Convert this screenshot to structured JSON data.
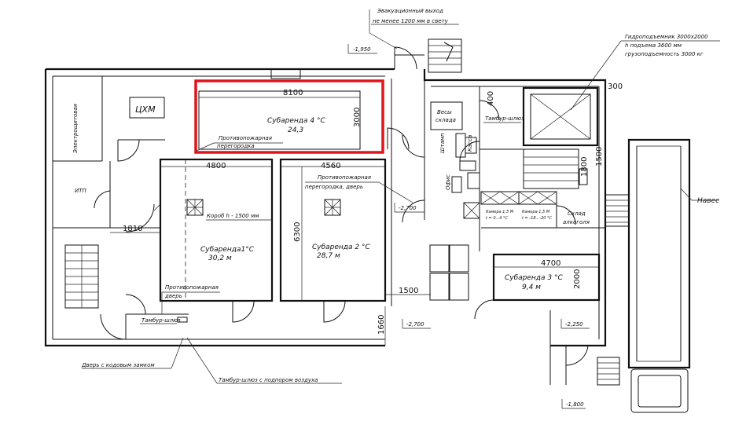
{
  "labels": {
    "emergency_exit_1": "Эвакуационный выход",
    "emergency_exit_2": "не менее 1200 мм в свету",
    "level_1950": "-1,950",
    "lift_1": "Гидроподъемник 3000х2000",
    "lift_2": "h подъема 3600 мм",
    "lift_3": "грузоподъемность 3000 кг",
    "electro": "Электрощитовая",
    "cxm": "ЦХМ",
    "itp": "ИТП",
    "sub4": "Субаренда 4 °С",
    "sub4_area": "24,3",
    "fire_partition_1": "Противопожарная",
    "fire_partition_2": "перегородка",
    "fire_partition_door_1": "Противопожарная",
    "fire_partition_door_2": "перегородка, дверь",
    "duct": "Короб h - 1500 мм",
    "sub1": "Субаренда1°С",
    "sub1_area": "30,2 м",
    "sub2": "Субаренда 2 °С",
    "sub2_area": "28,7 м",
    "sub3": "Субаренда 3 °С",
    "sub3_area": "9,4 м",
    "fire_door_1": "Противопожарная",
    "fire_door_2": "дверь",
    "tambur": "Тамбур-шлюз",
    "tambur2": "Тамбур-шлюз",
    "door_code": "Дверь с кодовым замком",
    "tambur_air": "Тамбур-шлюз с подпором воздуха",
    "canopy": "Навес",
    "alcohol_1": "Склад",
    "alcohol_2": "алкоголя",
    "cam1_1": "Камера 1,5 М",
    "cam1_2": "t = 0...4 °С",
    "cam2_1": "Камера 1,5 М",
    "cam2_2": "t = -18...-20 °С",
    "scales": "Весы",
    "scales2": "склада",
    "stamp": "Штамп",
    "kassa": "Касса",
    "office": "Офис",
    "level_2700a": "-2,700",
    "level_2700b": "-2,700",
    "level_2250": "-2,250",
    "level_1800": "-1,800"
  },
  "dims": {
    "d8100": "8100",
    "d3000": "3000",
    "d4800": "4800",
    "d4560": "4560",
    "d6300": "6300",
    "d1810": "1810",
    "d1500": "1500",
    "d1660": "1660",
    "d4700": "4700",
    "d2000": "2000",
    "d300": "300",
    "d400": "400",
    "d1800": "1800",
    "d1500b": "1500"
  },
  "colors": {
    "highlight": "#e0141b",
    "line": "#111111"
  }
}
